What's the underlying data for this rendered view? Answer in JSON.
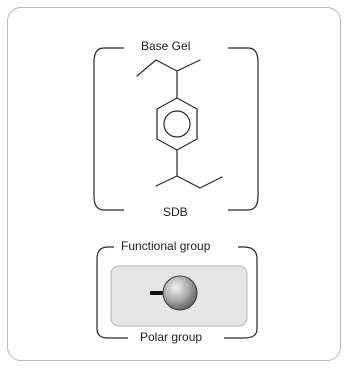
{
  "base_gel": {
    "title": "Base Gel",
    "material": "SDB"
  },
  "functional": {
    "title": "Functional group",
    "caption": "Polar group"
  },
  "colors": {
    "frame_border": "#b9b9b9",
    "line": "#2a2a2a",
    "box_fill": "#e6e6e6",
    "box_border": "#b3b3b3",
    "sphere_highlight": "#f4f4f4",
    "sphere_shadow": "#5e5e5e"
  },
  "icons": {
    "monomer": "sdb-structure-icon",
    "group": "polar-sphere-icon"
  }
}
